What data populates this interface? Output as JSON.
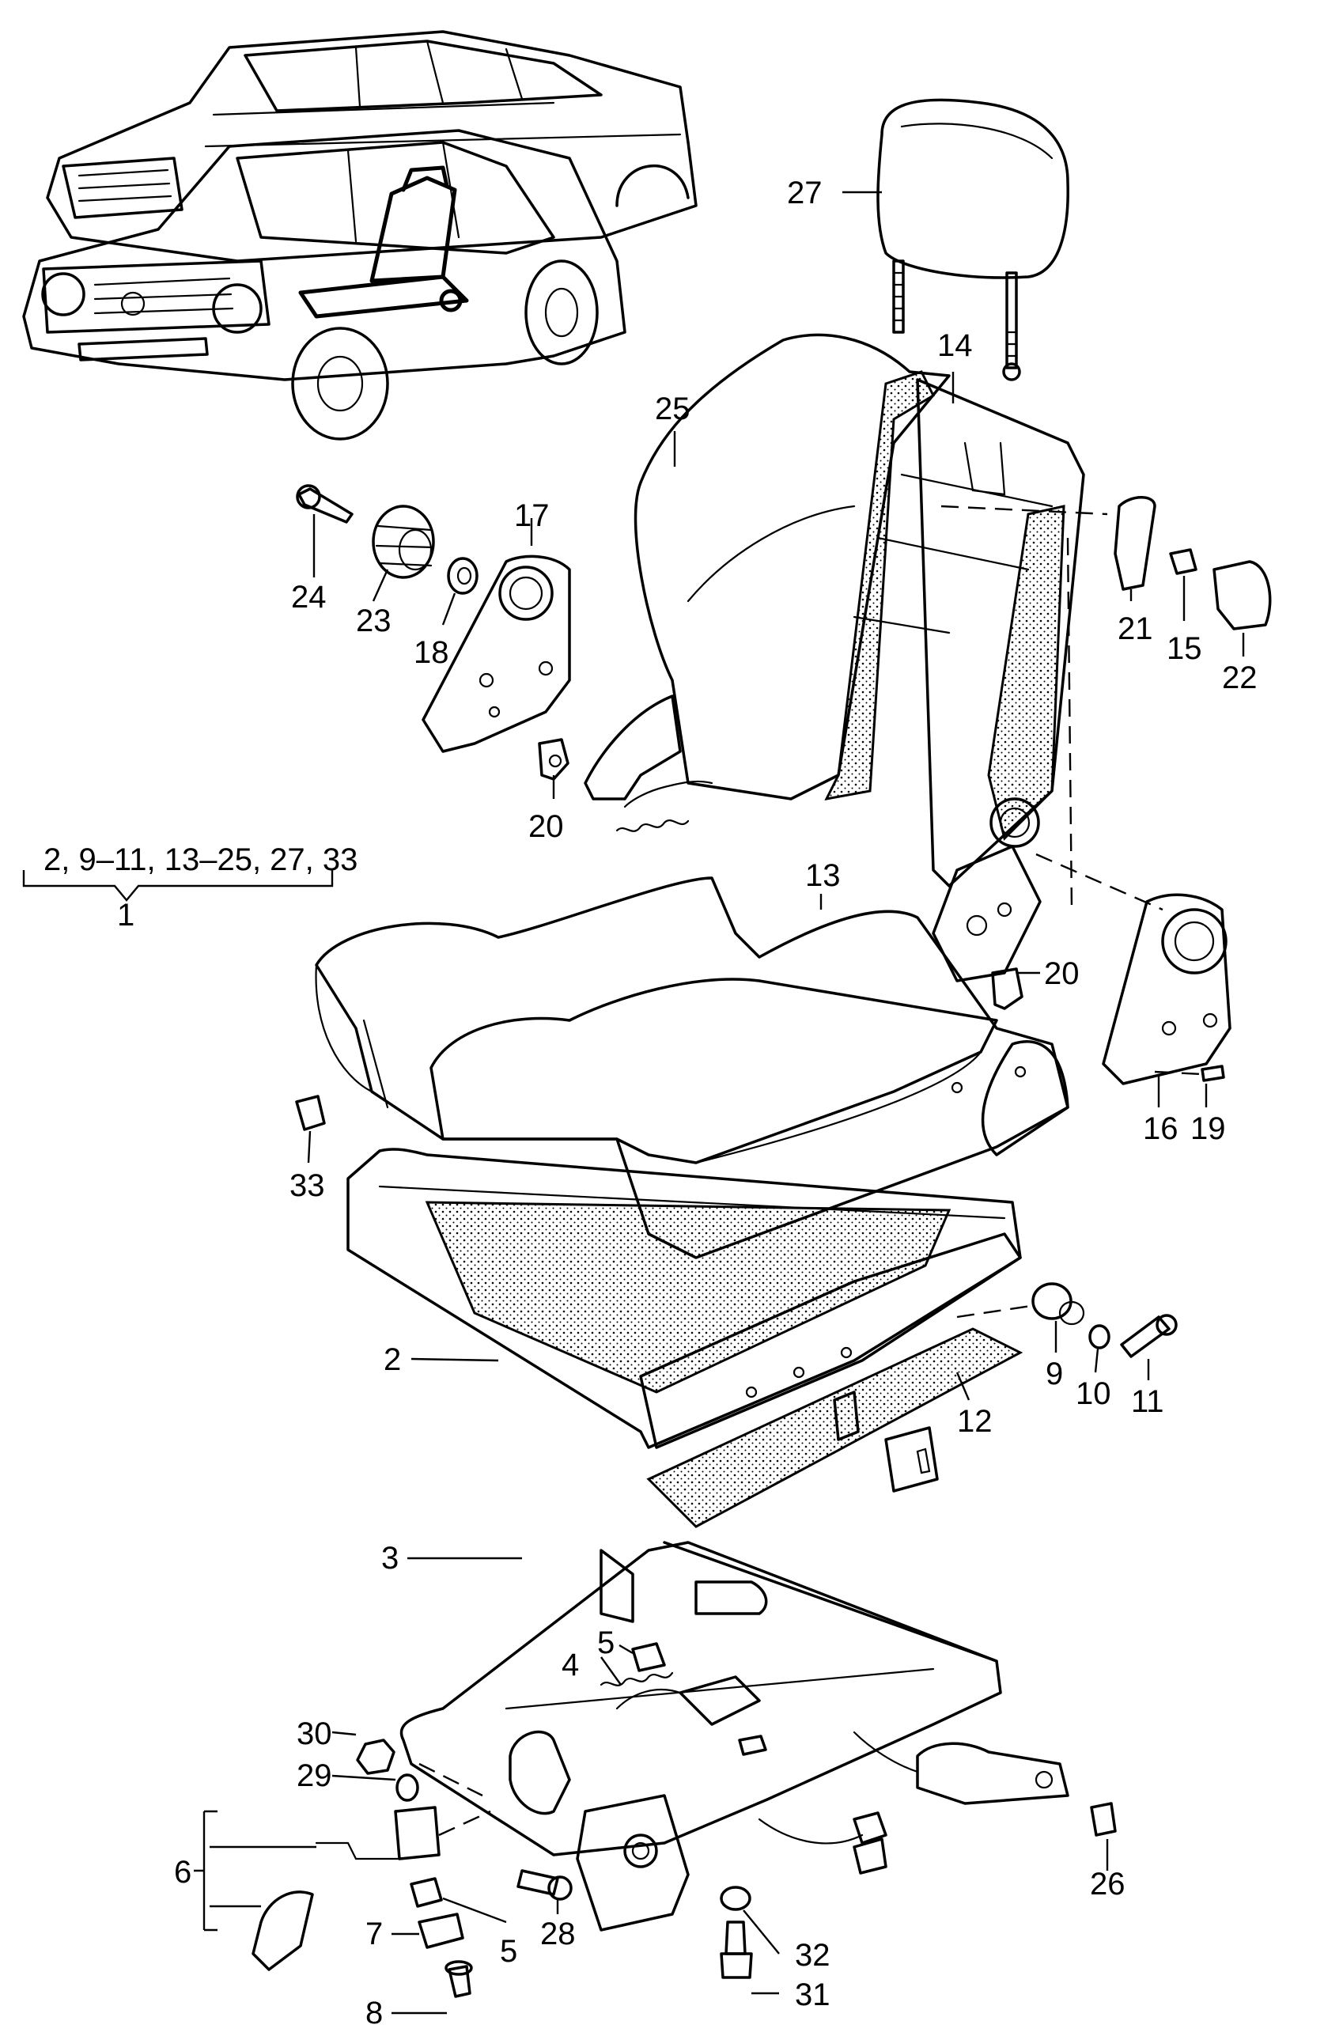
{
  "group_label": "2, 9–11, 13–25, 27, 33",
  "group_number": "1",
  "labels": {
    "l2": "2",
    "l3": "3",
    "l4": "4",
    "l5a": "5",
    "l5b": "5",
    "l6": "6",
    "l7": "7",
    "l8": "8",
    "l9": "9",
    "l10": "10",
    "l11": "11",
    "l12": "12",
    "l13": "13",
    "l14": "14",
    "l15": "15",
    "l16": "16",
    "l17": "17",
    "l18": "18",
    "l19": "19",
    "l20a": "20",
    "l20b": "20",
    "l21": "21",
    "l22": "22",
    "l23": "23",
    "l24": "24",
    "l25": "25",
    "l26": "26",
    "l27": "27",
    "l28": "28",
    "l29": "29",
    "l30": "30",
    "l31": "31",
    "l32": "32",
    "l33": "33"
  }
}
